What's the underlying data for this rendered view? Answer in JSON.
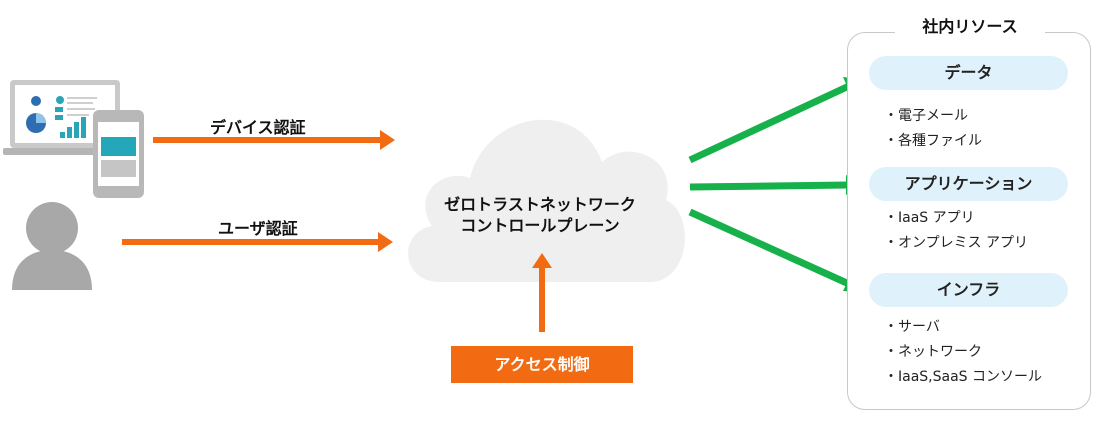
{
  "flows": {
    "device_auth": "デバイス認証",
    "user_auth": "ユーザ認証"
  },
  "cloud": {
    "line1": "ゼロトラストネットワーク",
    "line2": "コントロールプレーン"
  },
  "access_control": "アクセス制御",
  "resources": {
    "title": "社内リソース",
    "groups": [
      {
        "name": "データ",
        "items": [
          "・電子メール",
          "・各種ファイル"
        ]
      },
      {
        "name": "アプリケーション",
        "items": [
          "・IaaS アプリ",
          "・オンプレミス アプリ"
        ]
      },
      {
        "name": "インフラ",
        "items": [
          "・サーバ",
          "・ネットワーク",
          "・IaaS,SaaS コンソール"
        ]
      }
    ]
  },
  "colors": {
    "orange": "#f26b12",
    "green": "#16b14a",
    "pill_bg": "#dff1fb",
    "gray": "#a8a8a8"
  }
}
